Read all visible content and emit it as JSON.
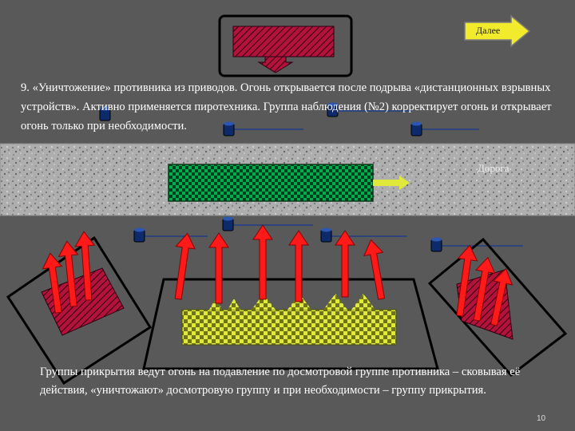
{
  "nav": {
    "next_label": "Далее"
  },
  "text": {
    "top_paragraph": "9. «Уничтожение» противника из приводов. Огонь открывается после подрыва «дистанционных взрывных устройств». Активно применяется пиротехника. Группа наблюдения (№2) корректирует огонь и открывает огонь только при необходимости.",
    "bottom_paragraph": "Группы прикрытия ведут огонь на подавление по досмотровой группе противника – сковывая её действия, «уничтожают» досмотровую группу и при необходимости – группу прикрытия.",
    "road_label": "Дорога"
  },
  "footer": {
    "slide_number": "10"
  },
  "colors": {
    "background": "#595959",
    "road": "#b0b0b0",
    "arrow": "#ff1a1a",
    "enemy_vehicle": "#00a84f",
    "hatched_unit": "#c0143c",
    "checker_unit": "#d8e038",
    "barrel": "#0d2a6b"
  }
}
